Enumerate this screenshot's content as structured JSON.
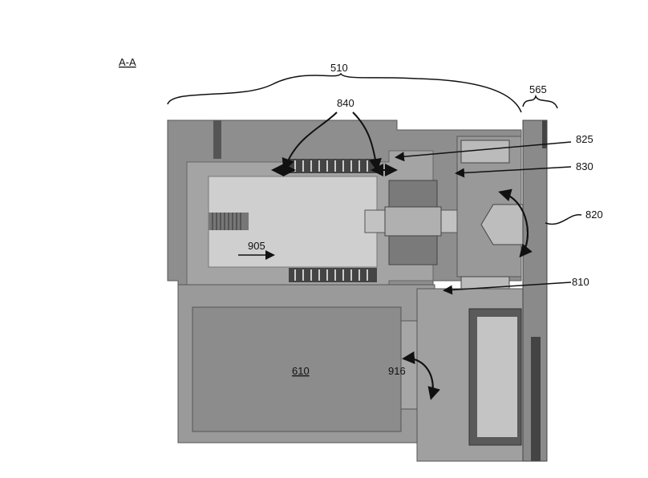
{
  "section_label": "A-A",
  "labels": {
    "l510": "510",
    "l565": "565",
    "l840": "840",
    "l825": "825",
    "l830": "830",
    "l820": "820",
    "l810": "810",
    "l905": "905",
    "l610": "610",
    "l916": "916"
  },
  "colors": {
    "housing": "#8e8e8e",
    "cavity": "#a4a4a4",
    "piston": "#cfcfcf",
    "dark": "#555555",
    "line": "#111111"
  }
}
